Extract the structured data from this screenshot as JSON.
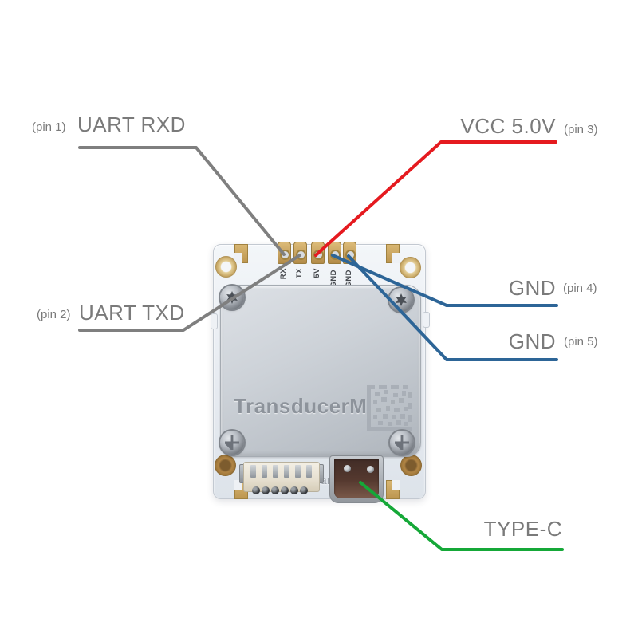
{
  "colors": {
    "label_text": "#7a7a7a",
    "wire_gray": "#7f7f7f",
    "wire_red": "#e51a1f",
    "wire_blue": "#2d6597",
    "wire_green": "#15a838"
  },
  "labels": {
    "rxd": {
      "pin": "(pin 1)",
      "name": "UART RXD"
    },
    "txd": {
      "pin": "(pin 2)",
      "name": "UART TXD"
    },
    "vcc": {
      "name": "VCC 5.0V",
      "pin": "(pin 3)"
    },
    "gnd4": {
      "name": "GND",
      "pin": "(pin 4)"
    },
    "gnd5": {
      "name": "GND",
      "pin": "(pin 5)"
    },
    "typec": {
      "name": "TYPE-C"
    }
  },
  "board": {
    "silkscreen_title": "TransducerM",
    "silkscreen_url": "syd-dynamics.com",
    "pin_names": [
      "RX",
      "TX",
      "5V",
      "GND",
      "GND"
    ]
  }
}
